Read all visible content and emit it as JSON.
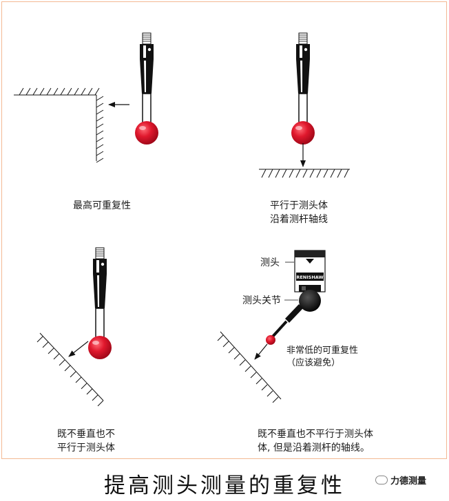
{
  "captions": {
    "best": "最高可重复性",
    "parallel_line1": "平行于测头体",
    "parallel_line2": "沿着测杆轴线",
    "neither_line1": "既不垂直也不",
    "neither_line2": "平行于测头体",
    "axis_line1": "既不垂直也不平行于测头体",
    "axis_line2": "体, 但是沿着测杆的轴线。"
  },
  "labels": {
    "probe": "测头",
    "probe_joint": "测头关节",
    "very_low": "非常低的可重复性",
    "avoid": "（应该避免）",
    "probe_brand": "RENISHAW"
  },
  "footer": {
    "title": "提高测头测量的重复性",
    "brand": "力德测量"
  },
  "colors": {
    "ball": "#e0182d",
    "frame": "#f3b892"
  }
}
